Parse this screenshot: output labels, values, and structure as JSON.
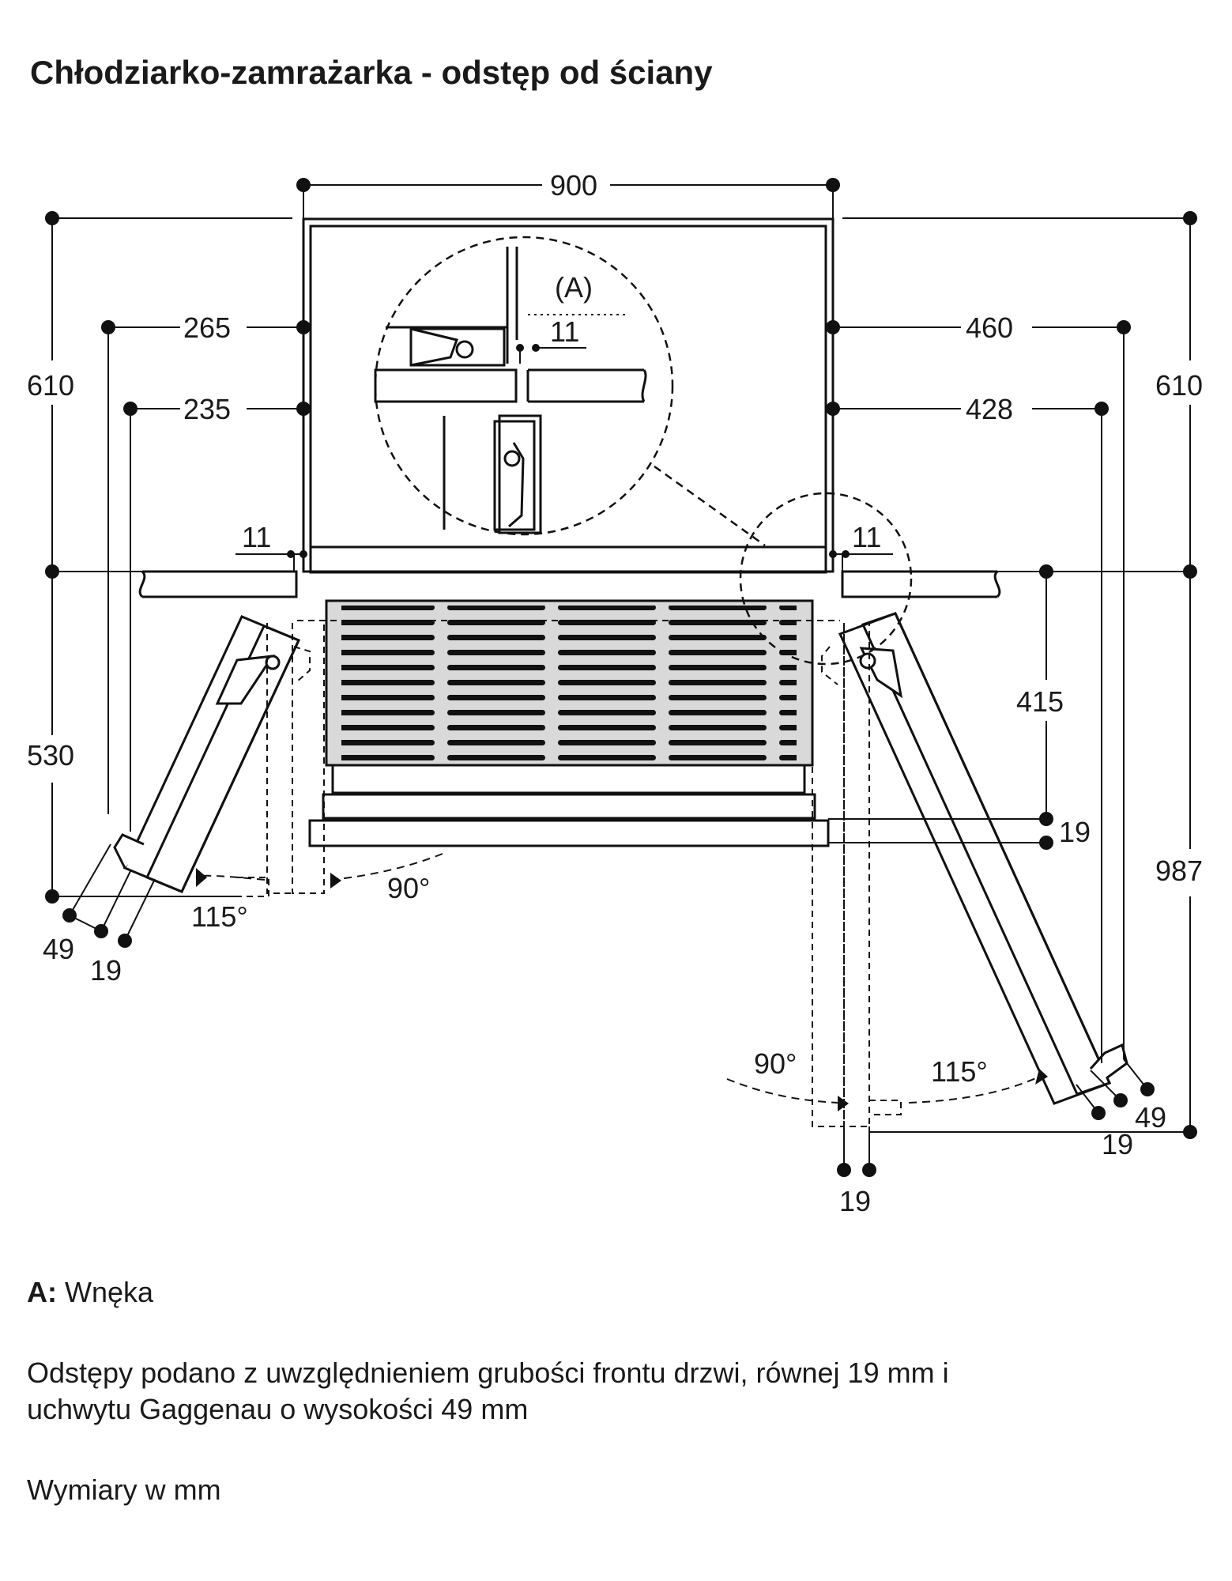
{
  "page": {
    "title": "Chłodziarko-zamrażarka - odstęp od ściany"
  },
  "diagram": {
    "dimensions": {
      "width_900": "900",
      "left_610": "610",
      "right_610": "610",
      "left_265": "265",
      "left_235": "235",
      "right_460": "460",
      "right_428": "428",
      "gap_left_11": "11",
      "gap_right_11": "11",
      "detail_11": "11",
      "left_530": "530",
      "right_415": "415",
      "right_987": "987",
      "front_19": "19",
      "left_49": "49",
      "left_19": "19",
      "right_49": "49",
      "right_19": "19",
      "bottom_19": "19"
    },
    "angles": {
      "left_115": "115°",
      "left_90": "90°",
      "right_90": "90°",
      "right_115": "115°"
    },
    "detail_label": "(A)"
  },
  "notes": {
    "legend_key": "A:",
    "legend_text": "Wnęka",
    "paragraph_line1": "Odstępy podano z uwzględnieniem grubości frontu drzwi, równej 19 mm i",
    "paragraph_line2": "uchwytu Gaggenau o wysokości 49 mm",
    "units": "Wymiary w mm"
  }
}
